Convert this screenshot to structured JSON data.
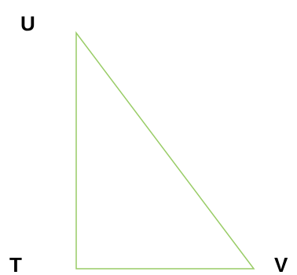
{
  "diagram": {
    "shape": "right-triangle",
    "stroke_color": "#99cc66",
    "label_color": "#000000",
    "vertices": {
      "top": {
        "label": "U"
      },
      "bottom_left": {
        "label": "T"
      },
      "bottom_right": {
        "label": "V"
      }
    }
  }
}
